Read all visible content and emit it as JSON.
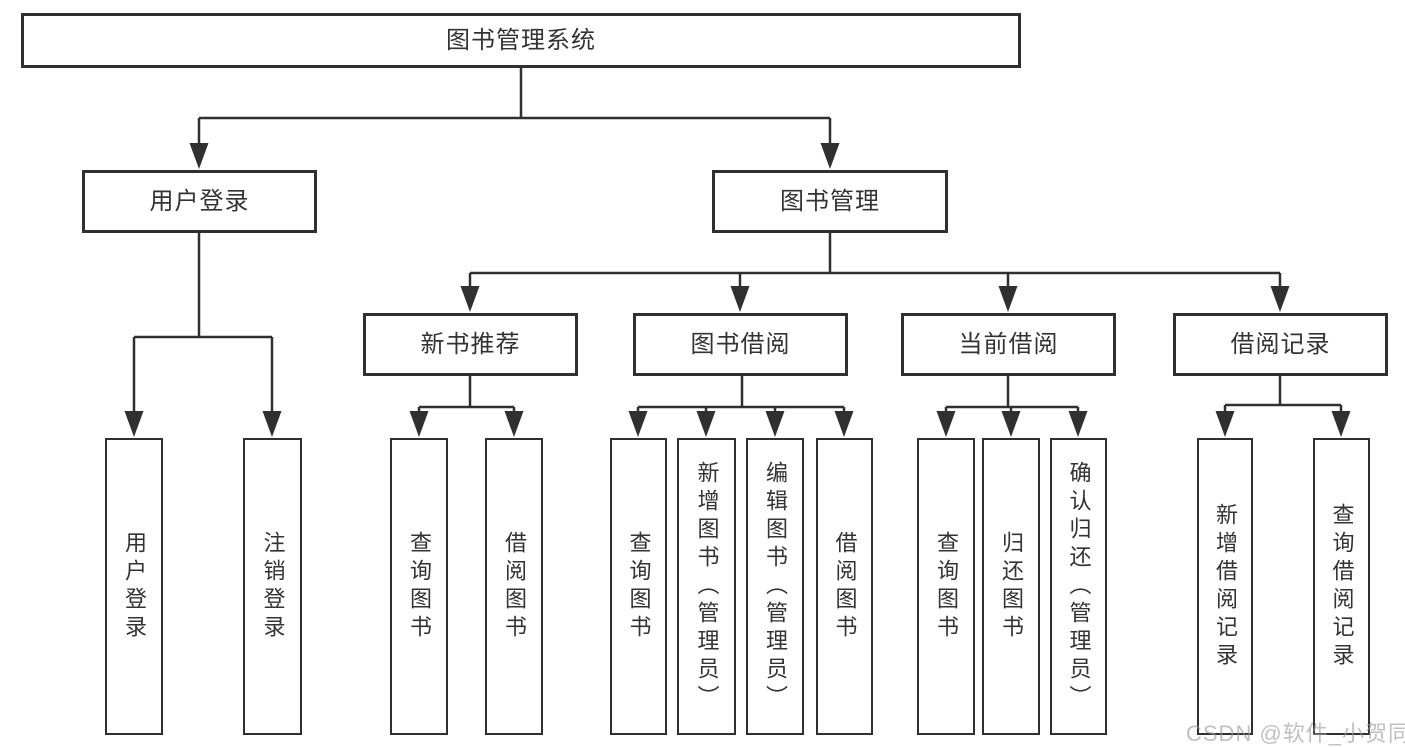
{
  "diagram_type": "hierarchy-flowchart",
  "colors": {
    "line": "#303030",
    "box_border": "#303030",
    "box_fill": "#ffffff",
    "text": "#333333",
    "background": "#ffffff",
    "watermark": "#9a9a9a"
  },
  "watermark": {
    "text": "CSDN @软件_小贺同学"
  },
  "tree": {
    "label": "图书管理系统",
    "children": [
      {
        "label": "用户登录",
        "children": [
          {
            "label": "用户登录"
          },
          {
            "label": "注销登录"
          }
        ]
      },
      {
        "label": "图书管理",
        "children": [
          {
            "label": "新书推荐",
            "children": [
              {
                "label": "查询图书"
              },
              {
                "label": "借阅图书"
              }
            ]
          },
          {
            "label": "图书借阅",
            "children": [
              {
                "label": "查询图书"
              },
              {
                "label": "新增图书（管理员）"
              },
              {
                "label": "编辑图书（管理员）"
              },
              {
                "label": "借阅图书"
              }
            ]
          },
          {
            "label": "当前借阅",
            "children": [
              {
                "label": "查询图书"
              },
              {
                "label": "归还图书"
              },
              {
                "label": "确认归还（管理员）"
              }
            ]
          },
          {
            "label": "借阅记录",
            "children": [
              {
                "label": "新增借阅记录"
              },
              {
                "label": "查询借阅记录"
              }
            ]
          }
        ]
      }
    ]
  }
}
